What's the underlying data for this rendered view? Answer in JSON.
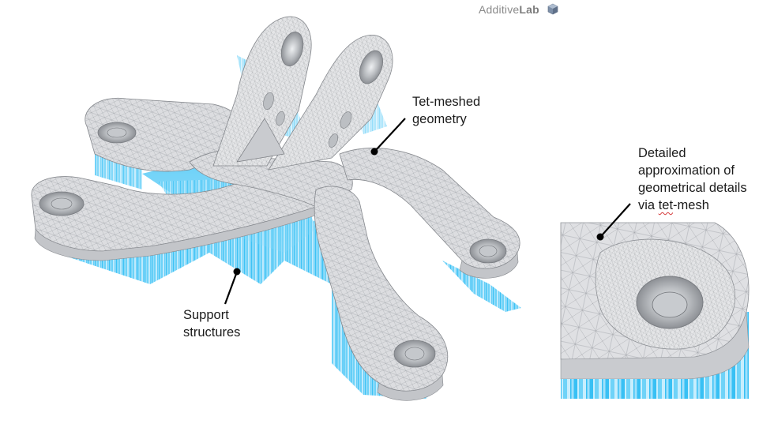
{
  "logo": {
    "text_light": "Additive",
    "text_bold": "Lab",
    "icon": "cube-icon"
  },
  "annotations": {
    "tet_meshed": {
      "lines": [
        "Tet-meshed",
        "geometry"
      ]
    },
    "support": {
      "lines": [
        "Support",
        "structures"
      ]
    },
    "detailed": {
      "lines": [
        "Detailed",
        "approximation of",
        "geometrical details",
        "via "
      ],
      "squiggle_word": "tet",
      "line4_rest": "-mesh"
    }
  },
  "colors": {
    "mesh_gray": "#d9dadc",
    "mesh_edge": "#8f9296",
    "support_blue": "#3cc2f5",
    "support_blue_light": "#a9e3fb",
    "leader_line": "#000000"
  }
}
